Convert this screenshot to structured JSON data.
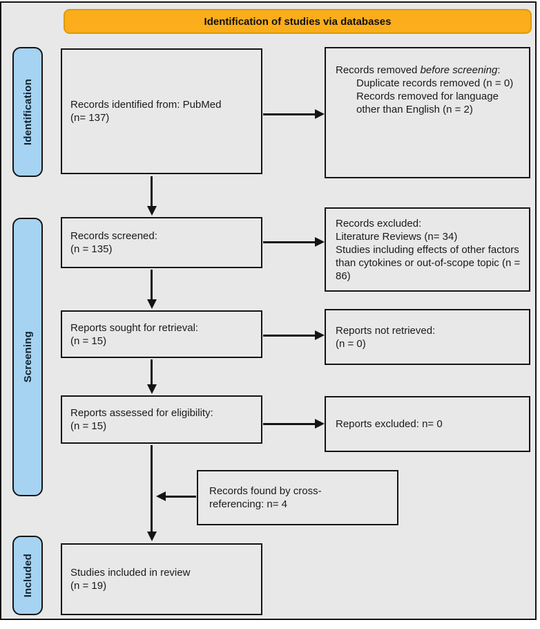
{
  "banner": {
    "label": "Identification of studies via databases"
  },
  "stages": {
    "identification": "Identification",
    "screening": "Screening",
    "included": "Included"
  },
  "boxes": {
    "identified": {
      "text": "Records identified from: PubMed\n(n= 137)"
    },
    "removed": {
      "prefix": "Records removed ",
      "italic_part": "before screening",
      "suffix": ":",
      "sub_items": [
        "Duplicate records removed (n = 0)",
        "Records removed for language other than English (n = 2)"
      ]
    },
    "screened": {
      "text": "Records screened:\n(n = 135)"
    },
    "records_excluded": {
      "text": "Records excluded:\nLiterature Reviews (n= 34)\nStudies including effects of other factors than cytokines or out-of-scope topic (n = 86)"
    },
    "sought": {
      "text": "Reports sought for retrieval:\n(n = 15)"
    },
    "not_retrieved": {
      "text": "Reports not retrieved:\n(n = 0)"
    },
    "assessed": {
      "text": "Reports assessed for eligibility:\n(n = 15)"
    },
    "reports_excluded": {
      "text": "Reports excluded: n= 0"
    },
    "cross_ref": {
      "text": "Records found by cross-referencing: n= 4"
    },
    "included_review": {
      "text": "Studies included in review\n(n = 19)"
    }
  },
  "colors": {
    "banner_fill": "#FBAD1B",
    "stage_fill": "#A6D3F2",
    "box_fill": "#E8E8E8",
    "line": "#141414"
  }
}
